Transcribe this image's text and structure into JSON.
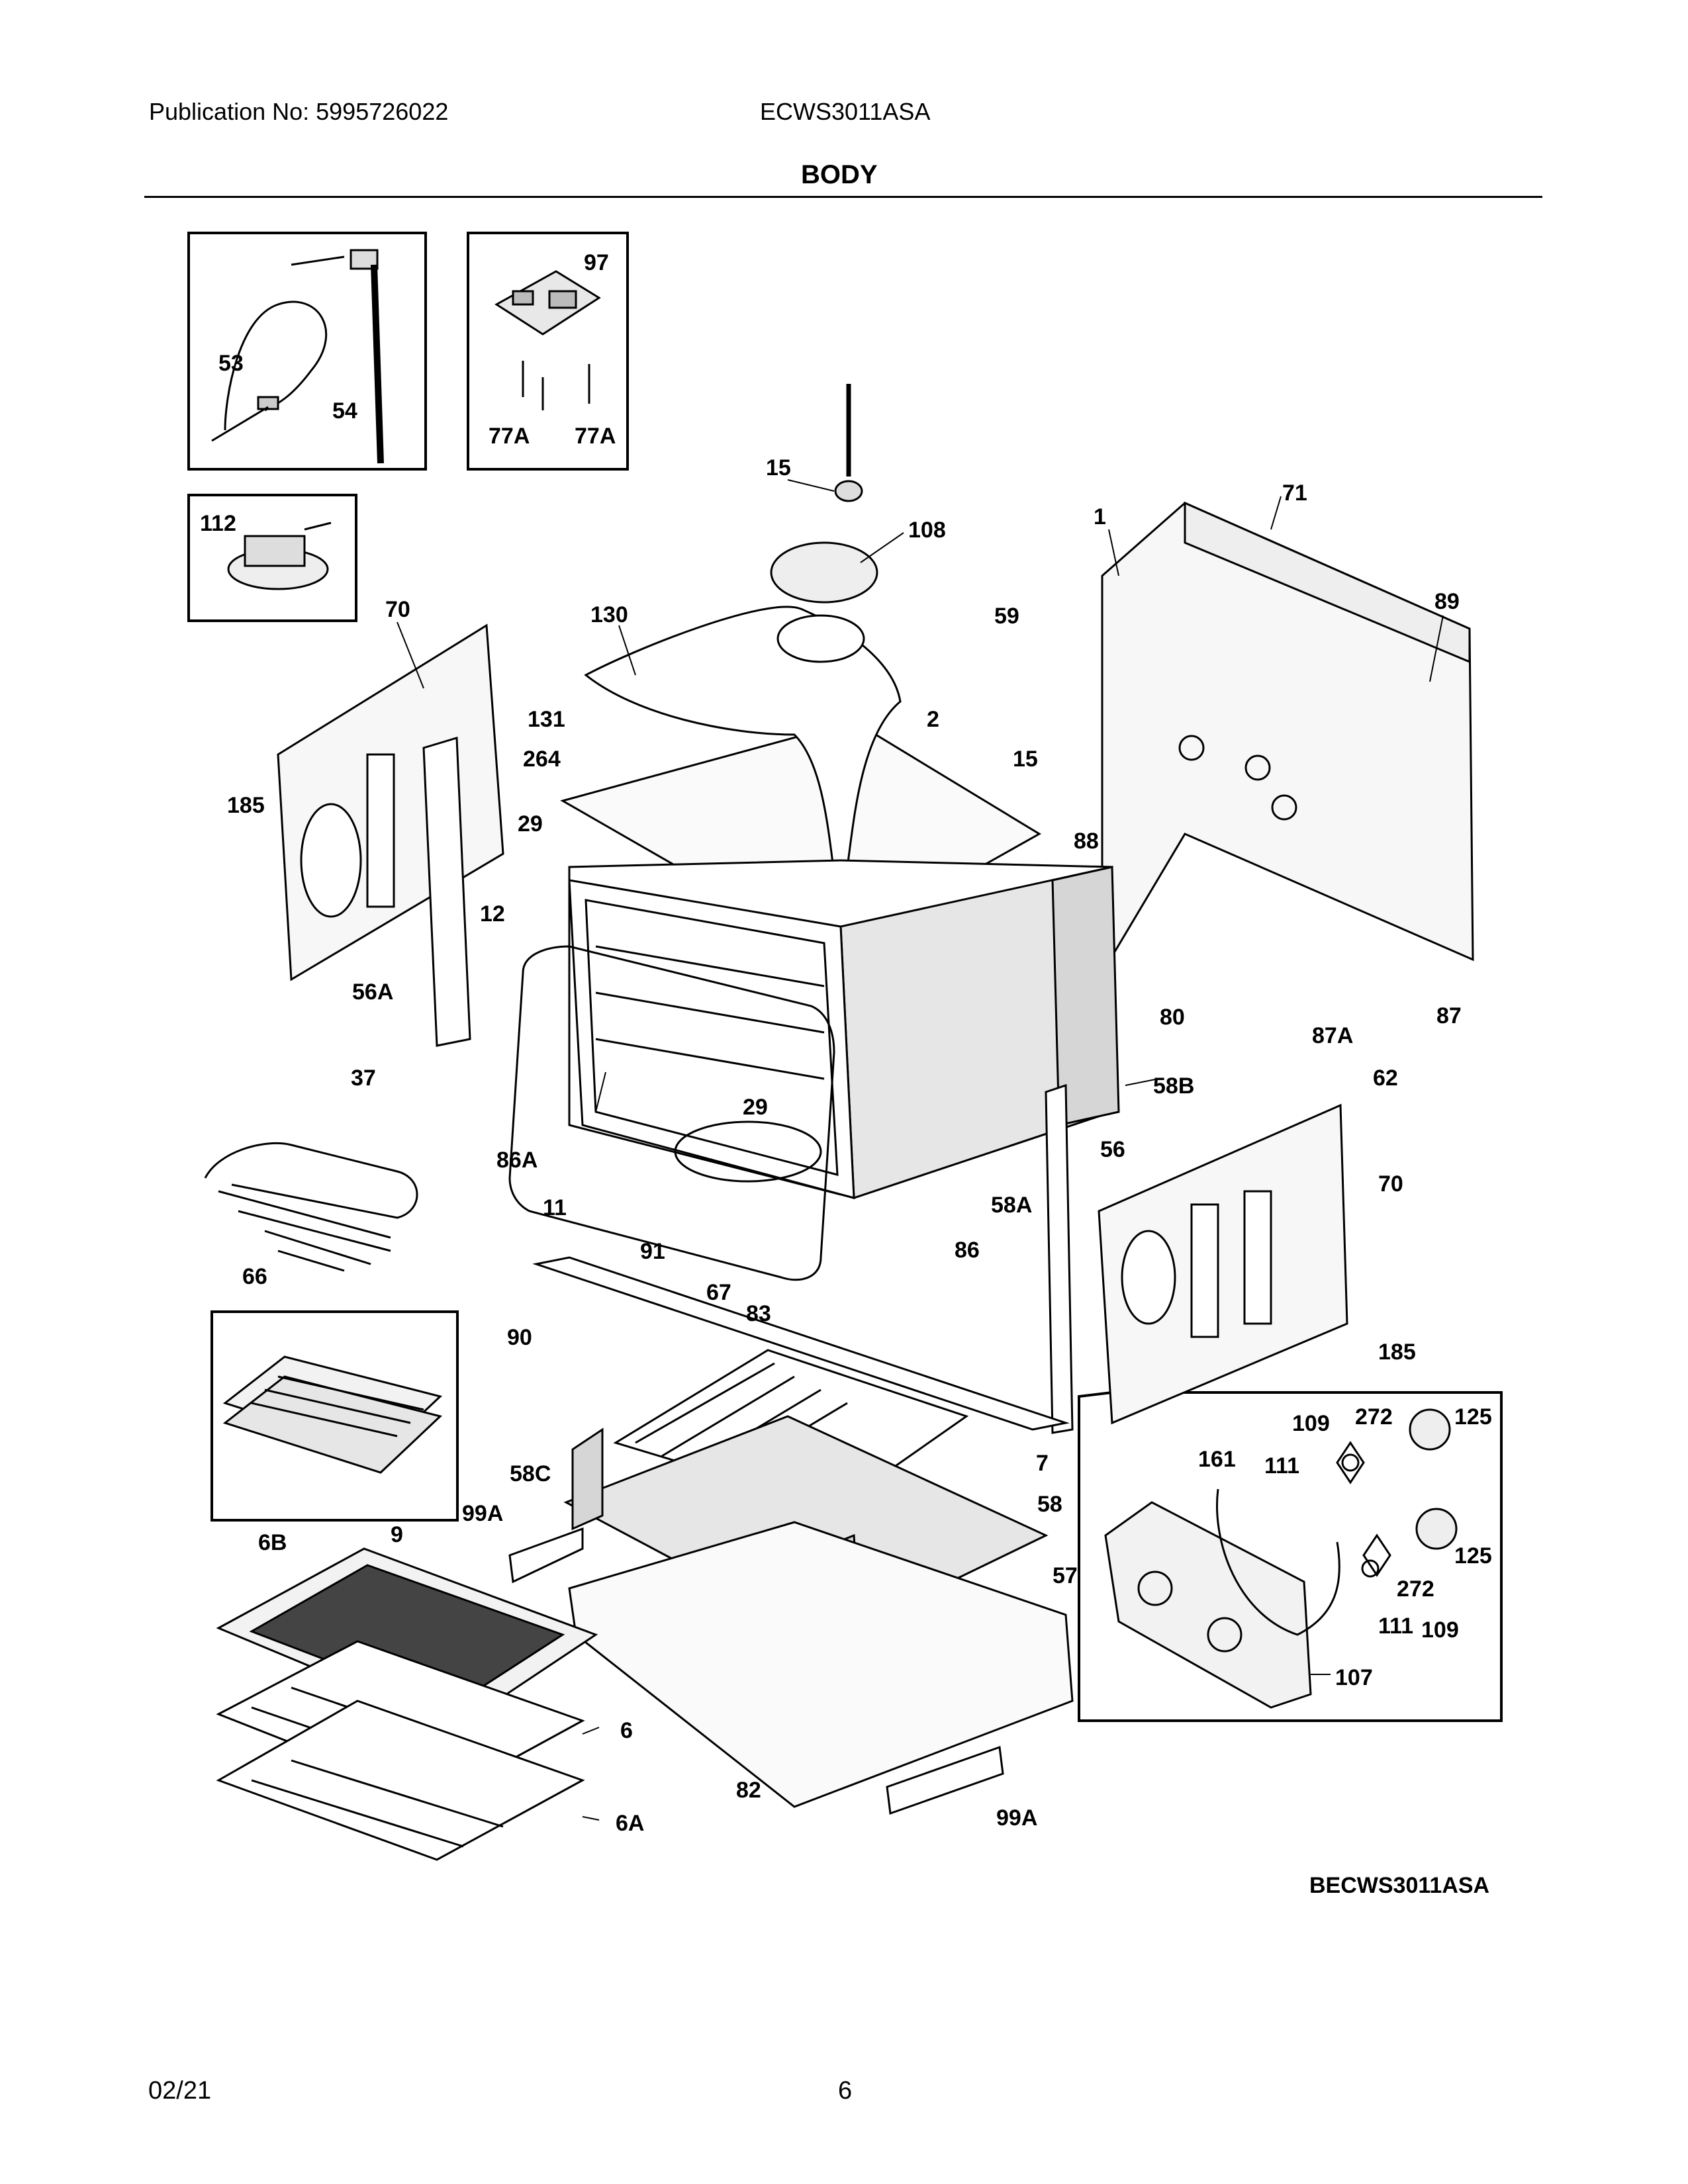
{
  "header": {
    "publication": "Publication No: 5995726022",
    "model": "ECWS3011ASA",
    "section_title": "BODY"
  },
  "diagram_code": "BECWS3011ASA",
  "footer": {
    "date": "02/21",
    "page": "6"
  },
  "part_labels": [
    "53",
    "54",
    "97",
    "77A",
    "77A",
    "112",
    "15",
    "108",
    "1",
    "71",
    "89",
    "70",
    "130",
    "59",
    "131",
    "2",
    "264",
    "185",
    "15",
    "29",
    "88",
    "12",
    "80",
    "87A",
    "87",
    "56A",
    "37",
    "29",
    "58B",
    "62",
    "86A",
    "11",
    "58A",
    "56",
    "70",
    "86",
    "66",
    "91",
    "67",
    "83",
    "90",
    "185",
    "109",
    "272",
    "125",
    "161",
    "111",
    "9",
    "58C",
    "7",
    "99A",
    "58",
    "6B",
    "57",
    "125",
    "272",
    "111",
    "109",
    "107",
    "6",
    "82",
    "6A",
    "99A"
  ]
}
